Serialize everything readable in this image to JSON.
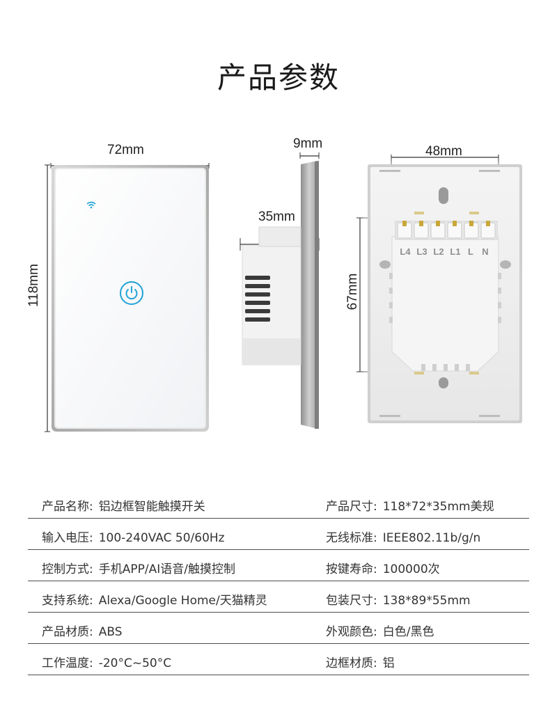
{
  "title": "产品参数",
  "dimensions": {
    "front_width": "72mm",
    "front_height": "118mm",
    "side_thickness": "9mm",
    "side_depth": "35mm",
    "back_width": "48mm",
    "back_height": "67mm"
  },
  "terminals": [
    "L4",
    "L3",
    "L2",
    "L1",
    "L",
    "N"
  ],
  "colors": {
    "accent": "#1fa3d6",
    "frame": "#b9b9b9",
    "divider": "#4d4d4d"
  },
  "icons": [
    "wifi-icon",
    "power-icon"
  ],
  "specs": [
    {
      "left": {
        "label": "产品名称:",
        "value": "铝边框智能触摸开关"
      },
      "right": {
        "label": "产品尺寸:",
        "value": "118*72*35mm美规"
      }
    },
    {
      "left": {
        "label": "输入电压:",
        "value": "100-240VAC 50/60Hz"
      },
      "right": {
        "label": "无线标准:",
        "value": "IEEE802.11b/g/n"
      }
    },
    {
      "left": {
        "label": "控制方式:",
        "value": "手机APP/AI语音/触摸控制"
      },
      "right": {
        "label": "按键寿命:",
        "value": "100000次"
      }
    },
    {
      "left": {
        "label": "支持系统:",
        "value": "Alexa/Google Home/天猫精灵"
      },
      "right": {
        "label": "包装尺寸:",
        "value": "138*89*55mm"
      }
    },
    {
      "left": {
        "label": "产品材质:",
        "value": "ABS"
      },
      "right": {
        "label": "外观颜色:",
        "value": "白色/黑色"
      }
    },
    {
      "left": {
        "label": "工作温度:",
        "value": "-20°C~50°C"
      },
      "right": {
        "label": "边框材质:",
        "value": "铝"
      }
    }
  ]
}
